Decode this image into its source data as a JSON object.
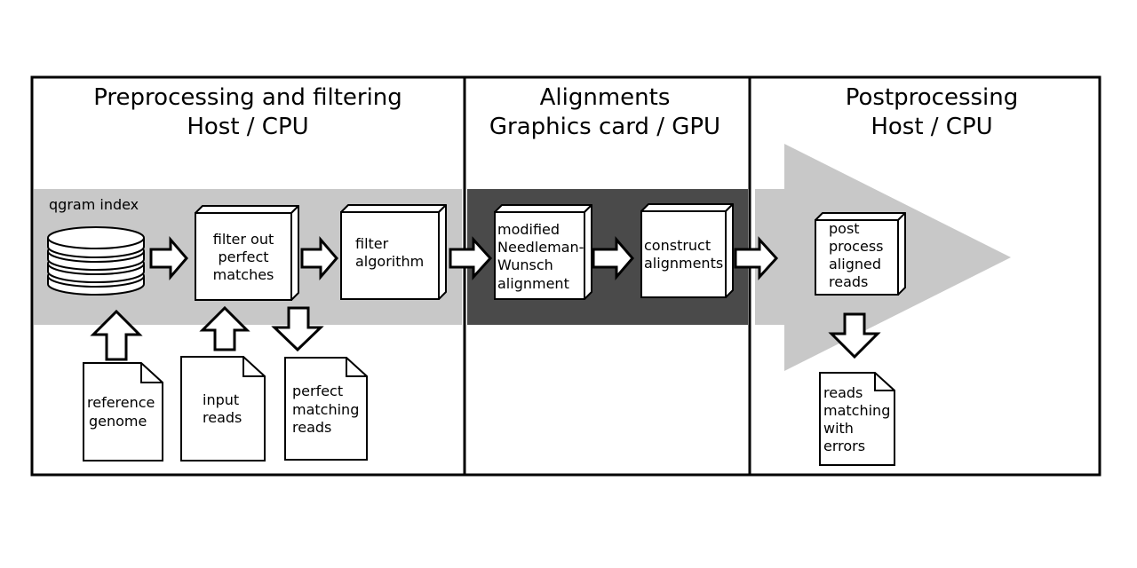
{
  "sections": [
    {
      "title_line1": "Preprocessing and filtering",
      "title_line2": "Host / CPU"
    },
    {
      "title_line1": "Alignments",
      "title_line2": "Graphics card / GPU"
    },
    {
      "title_line1": "Postprocessing",
      "title_line2": "Host / CPU"
    }
  ],
  "colors": {
    "light_band": "#c8c8c8",
    "dark_band": "#4a4a4a",
    "border": "#000000"
  },
  "nodes": {
    "qgram_index": {
      "label": "qgram index",
      "icon": "database-icon"
    },
    "filter_out": {
      "lines": [
        "filter out",
        "perfect",
        "matches"
      ]
    },
    "filter_algorithm": {
      "lines": [
        "filter",
        "algorithm"
      ]
    },
    "modified_nw": {
      "lines": [
        "modified",
        "Needleman-",
        "Wunsch",
        "alignment"
      ]
    },
    "construct": {
      "lines": [
        "construct",
        "alignments"
      ]
    },
    "post_process": {
      "lines": [
        "post",
        "process",
        "aligned",
        "reads"
      ]
    }
  },
  "documents": {
    "reference_genome": {
      "lines": [
        "reference",
        "genome"
      ]
    },
    "input_reads": {
      "lines": [
        "input",
        "reads"
      ]
    },
    "perfect_matching": {
      "lines": [
        "perfect",
        "matching",
        "reads"
      ]
    },
    "reads_errors": {
      "lines": [
        "reads",
        "matching",
        "with",
        "errors"
      ]
    }
  }
}
